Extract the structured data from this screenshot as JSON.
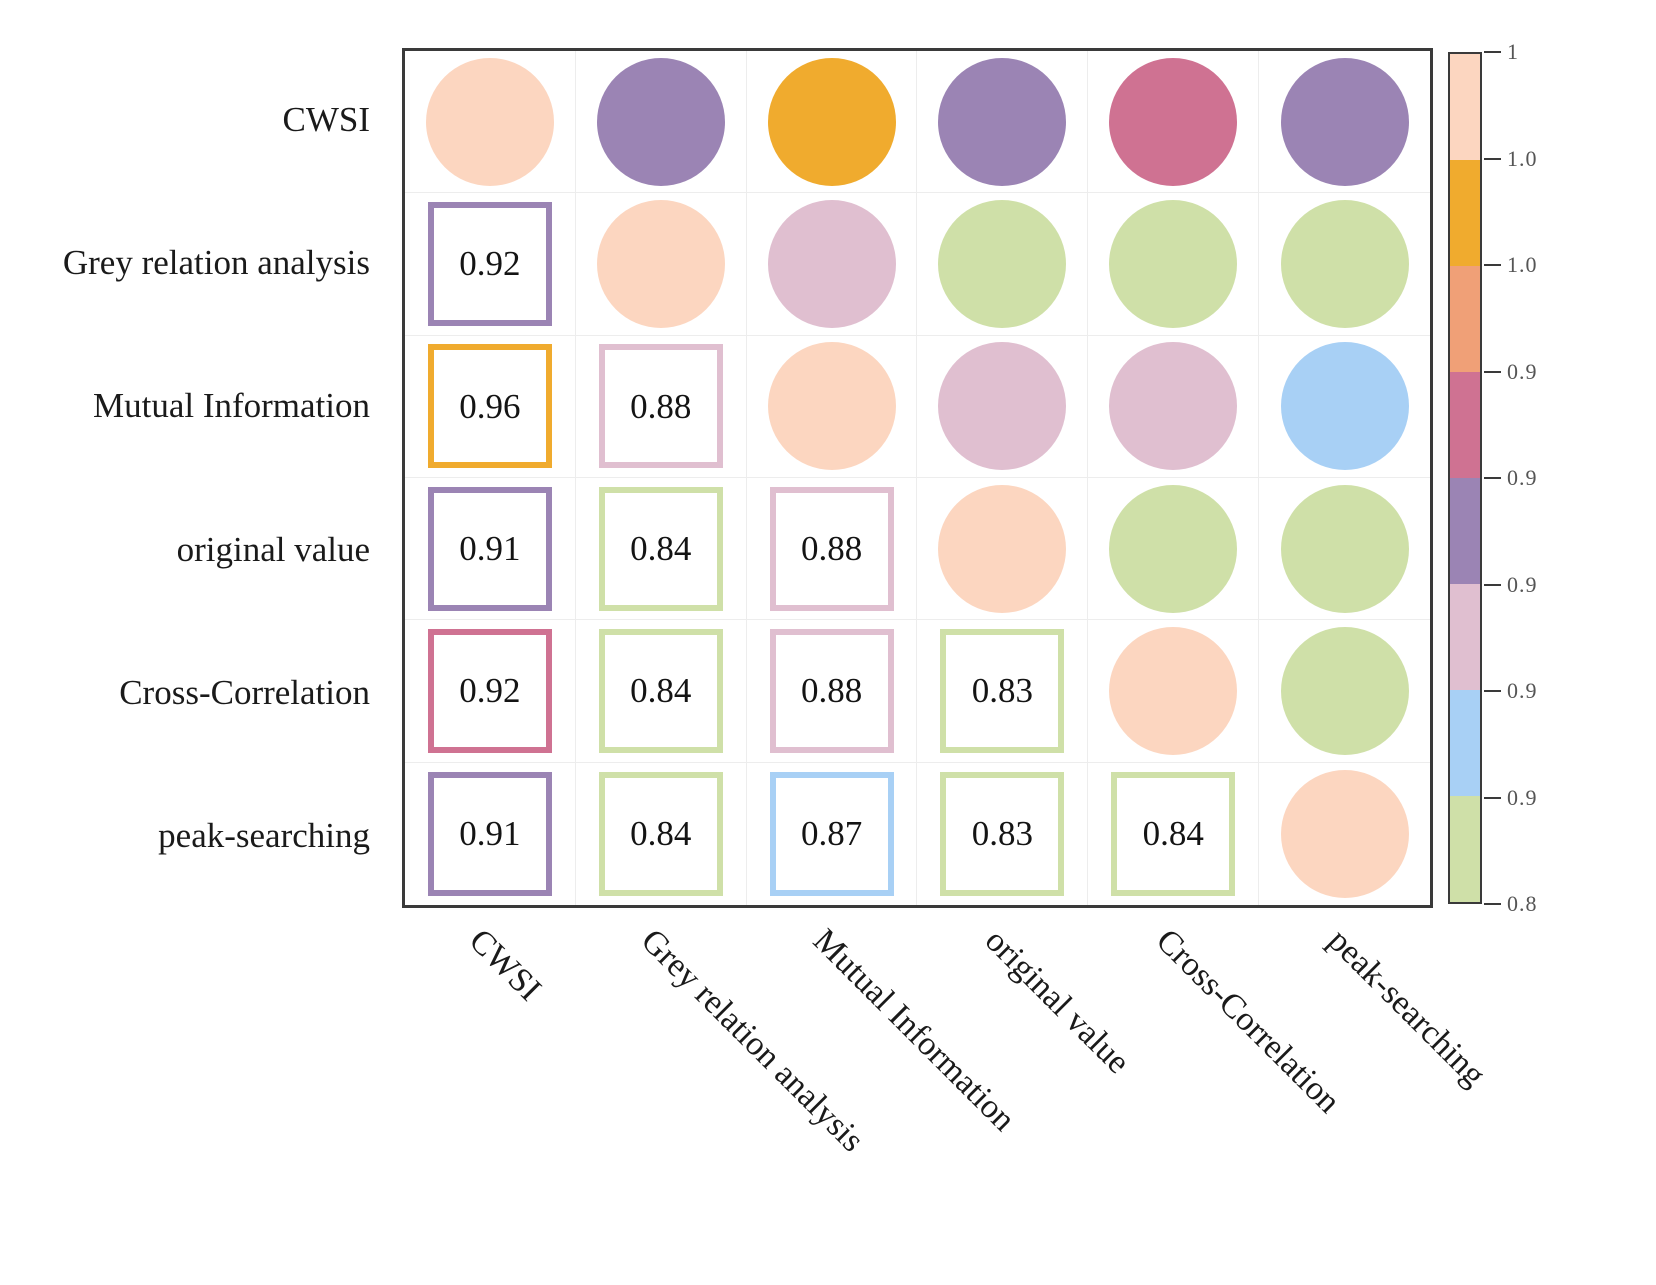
{
  "figure": {
    "type": "correlation-matrix",
    "variables": [
      "CWSI",
      "Grey relation analysis",
      "Mutual Information",
      "original value",
      "Cross-Correlation",
      "peak-searching"
    ]
  },
  "row_labels": [
    "CWSI",
    "Grey relation analysis",
    "Mutual Information",
    "original value",
    "Cross-Correlation",
    "peak-searching"
  ],
  "col_labels": [
    "CWSI",
    "Grey relation analysis",
    "Mutual Information",
    "original value",
    "Cross-Correlation",
    "peak-searching"
  ],
  "colorbar": {
    "band_colors": [
      "#fcd6c0",
      "#f0ab2e",
      "#f0a077",
      "#cf7292",
      "#9b84b4",
      "#e0bfd0",
      "#a8d0f5",
      "#cfe0a8"
    ],
    "tick_labels": [
      "1",
      "1.0",
      "1.0",
      "0.9",
      "0.9",
      "0.9",
      "0.9",
      "0.9",
      "0.8"
    ]
  },
  "palette": {
    "peach": "#fcd6c0",
    "orange": "#f0ab2e",
    "salmon": "#f0a077",
    "magenta": "#cf7292",
    "purple": "#9b84b4",
    "pink": "#e0bfd0",
    "blue": "#a8d0f5",
    "green": "#cfe0a8",
    "frame": "#3a3a3a",
    "gridline": "#ededed"
  },
  "chart_data": {
    "type": "heatmap",
    "title": "",
    "xlabel": "",
    "ylabel": "",
    "categories": [
      "CWSI",
      "Grey relation analysis",
      "Mutual Information",
      "original value",
      "Cross-Correlation",
      "peak-searching"
    ],
    "legend_position": "right",
    "grid": true,
    "colorbar_range": [
      0.8,
      1.0
    ],
    "note": "Upper triangle and diagonal are filled circles coloured by correlation; lower triangle shows outlined squares with the numeric correlation value.",
    "matrix": [
      [
        1.0,
        0.92,
        0.96,
        0.91,
        0.92,
        0.91
      ],
      [
        0.92,
        1.0,
        0.88,
        0.84,
        0.84,
        0.84
      ],
      [
        0.96,
        0.88,
        1.0,
        0.88,
        0.88,
        0.87
      ],
      [
        0.91,
        0.84,
        0.88,
        1.0,
        0.83,
        0.83
      ],
      [
        0.92,
        0.84,
        0.88,
        0.83,
        1.0,
        0.84
      ],
      [
        0.91,
        0.84,
        0.87,
        0.83,
        0.84,
        1.0
      ]
    ],
    "cells": [
      [
        {
          "kind": "circle",
          "color": "#fcd6c0",
          "value": ""
        },
        {
          "kind": "circle",
          "color": "#9b84b4",
          "value": ""
        },
        {
          "kind": "circle",
          "color": "#f0ab2e",
          "value": ""
        },
        {
          "kind": "circle",
          "color": "#9b84b4",
          "value": ""
        },
        {
          "kind": "circle",
          "color": "#cf7292",
          "value": ""
        },
        {
          "kind": "circle",
          "color": "#9b84b4",
          "value": ""
        }
      ],
      [
        {
          "kind": "square",
          "color": "#9b84b4",
          "value": "0.92"
        },
        {
          "kind": "circle",
          "color": "#fcd6c0",
          "value": ""
        },
        {
          "kind": "circle",
          "color": "#e0bfd0",
          "value": ""
        },
        {
          "kind": "circle",
          "color": "#cfe0a8",
          "value": ""
        },
        {
          "kind": "circle",
          "color": "#cfe0a8",
          "value": ""
        },
        {
          "kind": "circle",
          "color": "#cfe0a8",
          "value": ""
        }
      ],
      [
        {
          "kind": "square",
          "color": "#f0ab2e",
          "value": "0.96"
        },
        {
          "kind": "square",
          "color": "#e0bfd0",
          "value": "0.88"
        },
        {
          "kind": "circle",
          "color": "#fcd6c0",
          "value": ""
        },
        {
          "kind": "circle",
          "color": "#e0bfd0",
          "value": ""
        },
        {
          "kind": "circle",
          "color": "#e0bfd0",
          "value": ""
        },
        {
          "kind": "circle",
          "color": "#a8d0f5",
          "value": ""
        }
      ],
      [
        {
          "kind": "square",
          "color": "#9b84b4",
          "value": "0.91"
        },
        {
          "kind": "square",
          "color": "#cfe0a8",
          "value": "0.84"
        },
        {
          "kind": "square",
          "color": "#e0bfd0",
          "value": "0.88"
        },
        {
          "kind": "circle",
          "color": "#fcd6c0",
          "value": ""
        },
        {
          "kind": "circle",
          "color": "#cfe0a8",
          "value": ""
        },
        {
          "kind": "circle",
          "color": "#cfe0a8",
          "value": ""
        }
      ],
      [
        {
          "kind": "square",
          "color": "#cf7292",
          "value": "0.92"
        },
        {
          "kind": "square",
          "color": "#cfe0a8",
          "value": "0.84"
        },
        {
          "kind": "square",
          "color": "#e0bfd0",
          "value": "0.88"
        },
        {
          "kind": "square",
          "color": "#cfe0a8",
          "value": "0.83"
        },
        {
          "kind": "circle",
          "color": "#fcd6c0",
          "value": ""
        },
        {
          "kind": "circle",
          "color": "#cfe0a8",
          "value": ""
        }
      ],
      [
        {
          "kind": "square",
          "color": "#9b84b4",
          "value": "0.91"
        },
        {
          "kind": "square",
          "color": "#cfe0a8",
          "value": "0.84"
        },
        {
          "kind": "square",
          "color": "#a8d0f5",
          "value": "0.87"
        },
        {
          "kind": "square",
          "color": "#cfe0a8",
          "value": "0.83"
        },
        {
          "kind": "square",
          "color": "#cfe0a8",
          "value": "0.84"
        },
        {
          "kind": "circle",
          "color": "#fcd6c0",
          "value": ""
        }
      ]
    ]
  }
}
